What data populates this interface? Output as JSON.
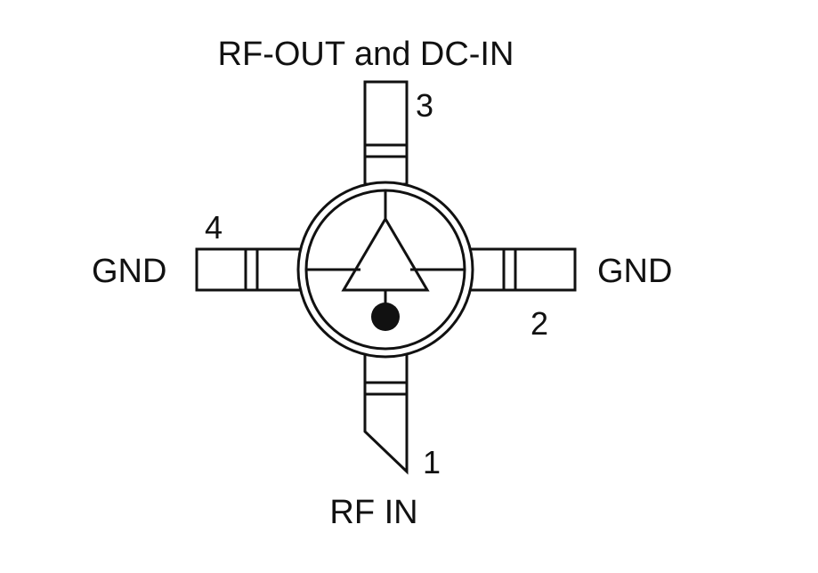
{
  "diagram": {
    "title": "",
    "pins": [
      {
        "number": "1",
        "name": "RF IN"
      },
      {
        "number": "2",
        "name": "GND"
      },
      {
        "number": "3",
        "name": "RF-OUT and DC-IN"
      },
      {
        "number": "4",
        "name": "GND"
      }
    ],
    "symbol": "amplifier-triangle-icon",
    "orientation_marker": "dot-icon",
    "colors": {
      "stroke": "#111111",
      "background": "#ffffff"
    }
  }
}
